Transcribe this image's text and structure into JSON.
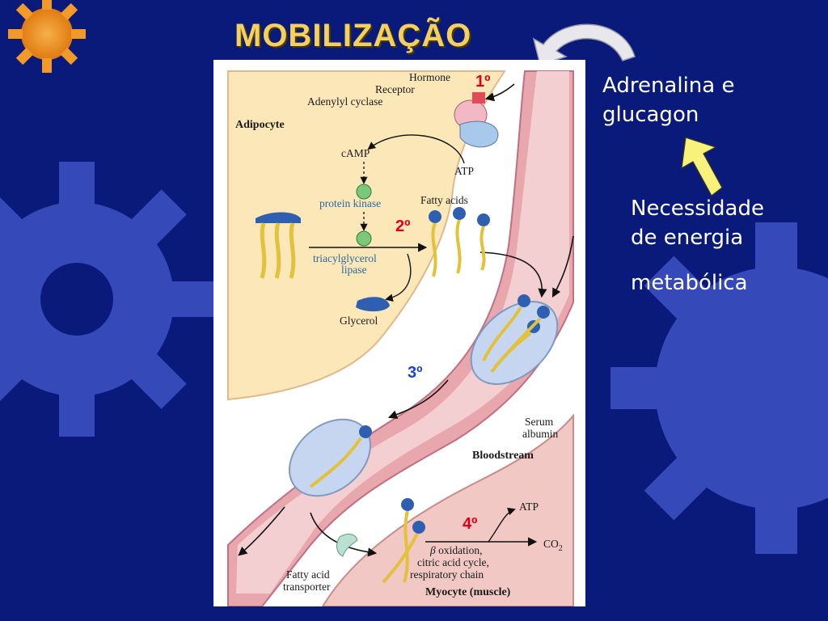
{
  "title": "MOBILIZAÇÃO",
  "side_text": {
    "line1": "Adrenalina e",
    "line2": "glucagon",
    "line3": "Necessidade",
    "line4": "de energia",
    "line5": "metabólica"
  },
  "diagram": {
    "labels": {
      "hormone": "Hormone",
      "receptor": "Receptor",
      "adenylyl_cyclase": "Adenylyl cyclase",
      "adipocyte": "Adipocyte",
      "camp": "cAMP",
      "atp_top": "ATP",
      "protein_kinase": "protein kinase",
      "fatty_acids": "Fatty acids",
      "tag_lipase_1": "triacylglycerol",
      "tag_lipase_2": "lipase",
      "glycerol": "Glycerol",
      "serum_albumin_1": "Serum",
      "serum_albumin_2": "albumin",
      "bloodstream": "Bloodstream",
      "atp_bottom": "ATP",
      "co2": "CO",
      "co2_sub": "2",
      "beta": "β",
      "beta_oxidation": " oxidation,",
      "citric": "citric acid cycle,",
      "respiratory": "respiratory chain",
      "fa_transporter_1": "Fatty acid",
      "fa_transporter_2": "transporter",
      "myocyte": "Myocyte (muscle)"
    },
    "steps": [
      "1º",
      "2º",
      "3º",
      "4º"
    ]
  },
  "colors": {
    "background": "#0a1a7a",
    "title": "#f3d060",
    "step_red": "#e0001a",
    "step_blue": "#1a44d0",
    "yellow_arrow": "#f8f27a",
    "vessel": "#e8a6ad",
    "adipocyte": "#fbe7b8"
  }
}
